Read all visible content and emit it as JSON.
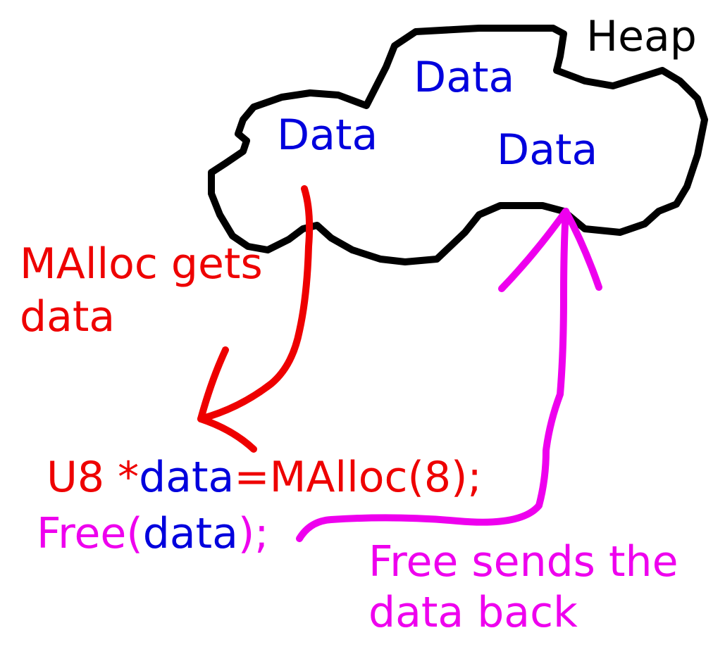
{
  "colors": {
    "outline": "#000000",
    "data_blue": "#0000dd",
    "malloc_red": "#ee0000",
    "free_magenta": "#ee00ee",
    "heap_label": "#000000"
  },
  "heap": {
    "label": "Heap",
    "blocks": [
      {
        "label": "Data"
      },
      {
        "label": "Data"
      },
      {
        "label": "Data"
      }
    ]
  },
  "malloc": {
    "caption_line1": "MAlloc gets",
    "caption_line2": "data"
  },
  "free": {
    "caption_line1": "Free sends the",
    "caption_line2": "data back"
  },
  "code": {
    "line1": {
      "type": "U8 *",
      "var": "data",
      "rest": "=MAlloc(8);"
    },
    "line2": {
      "fn": "Free(",
      "var": "data",
      "rest": ");"
    }
  }
}
